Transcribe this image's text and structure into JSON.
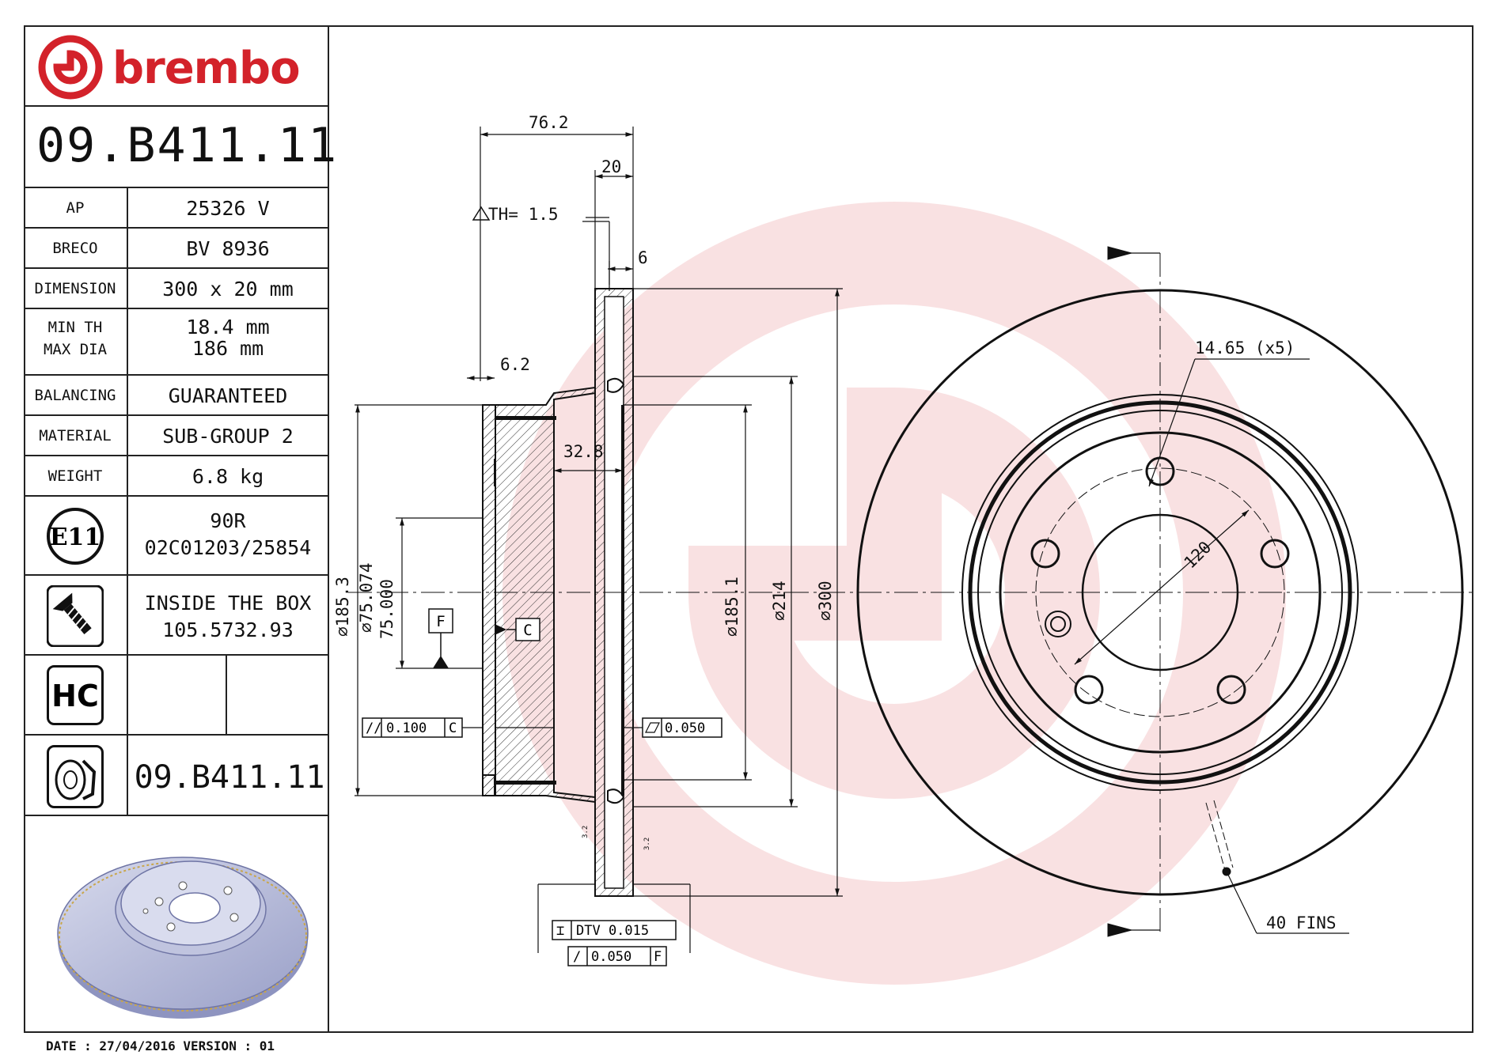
{
  "brand": {
    "name": "brembo",
    "accent_color": "#d3222a"
  },
  "part_number": "09.B411.11",
  "specs": [
    {
      "label": "AP",
      "value": "25326 V"
    },
    {
      "label": "BRECO",
      "value": "BV 8936"
    },
    {
      "label": "DIMENSION",
      "value": "300 x 20 mm"
    },
    {
      "label": "MIN TH",
      "value": "18.4 mm"
    },
    {
      "label": "MAX DIA",
      "value": "186 mm"
    },
    {
      "label": "BALANCING",
      "value": "GUARANTEED"
    },
    {
      "label": "MATERIAL",
      "value": "SUB-GROUP 2"
    },
    {
      "label": "WEIGHT",
      "value": "6.8 kg"
    }
  ],
  "approval": {
    "icon": "e11-badge-icon",
    "badge": "E11",
    "line1": "90R",
    "line2": "02C01203/25854"
  },
  "box": {
    "icon": "screw-icon",
    "line1": "INSIDE THE BOX",
    "line2": "105.5732.93"
  },
  "hc": {
    "icon": "hc-badge-icon",
    "badge": "HC"
  },
  "drawing_ref": {
    "icon": "disc-section-icon",
    "code": "09.B411.11"
  },
  "footer": {
    "date_line": "DATE : 27/04/2016 VERSION : 01"
  },
  "drawing": {
    "dims": {
      "overall_height": "76.2",
      "thickness": "20",
      "th": "TH= 1.5",
      "hat_wall": "6",
      "flange_step": "6.2",
      "inner_depth": "32.8",
      "dia_185_3": "185.3",
      "bore_max": "75.074",
      "bore_min": "75.000",
      "dia_185_1": "185.1",
      "dia_214": "214",
      "dia_300": "300",
      "holes": "14.65 (x5)",
      "pcd": "120",
      "fins": "40 FINS"
    },
    "datums": {
      "f": "F",
      "c": "C"
    },
    "tolerances": {
      "parallel_value": "0.100",
      "parallel_datum": "C",
      "flat_value": "0.050",
      "dtv": "DTV 0.015",
      "runout_value": "0.050",
      "runout_datum": "F"
    },
    "roughness": "3.2"
  }
}
